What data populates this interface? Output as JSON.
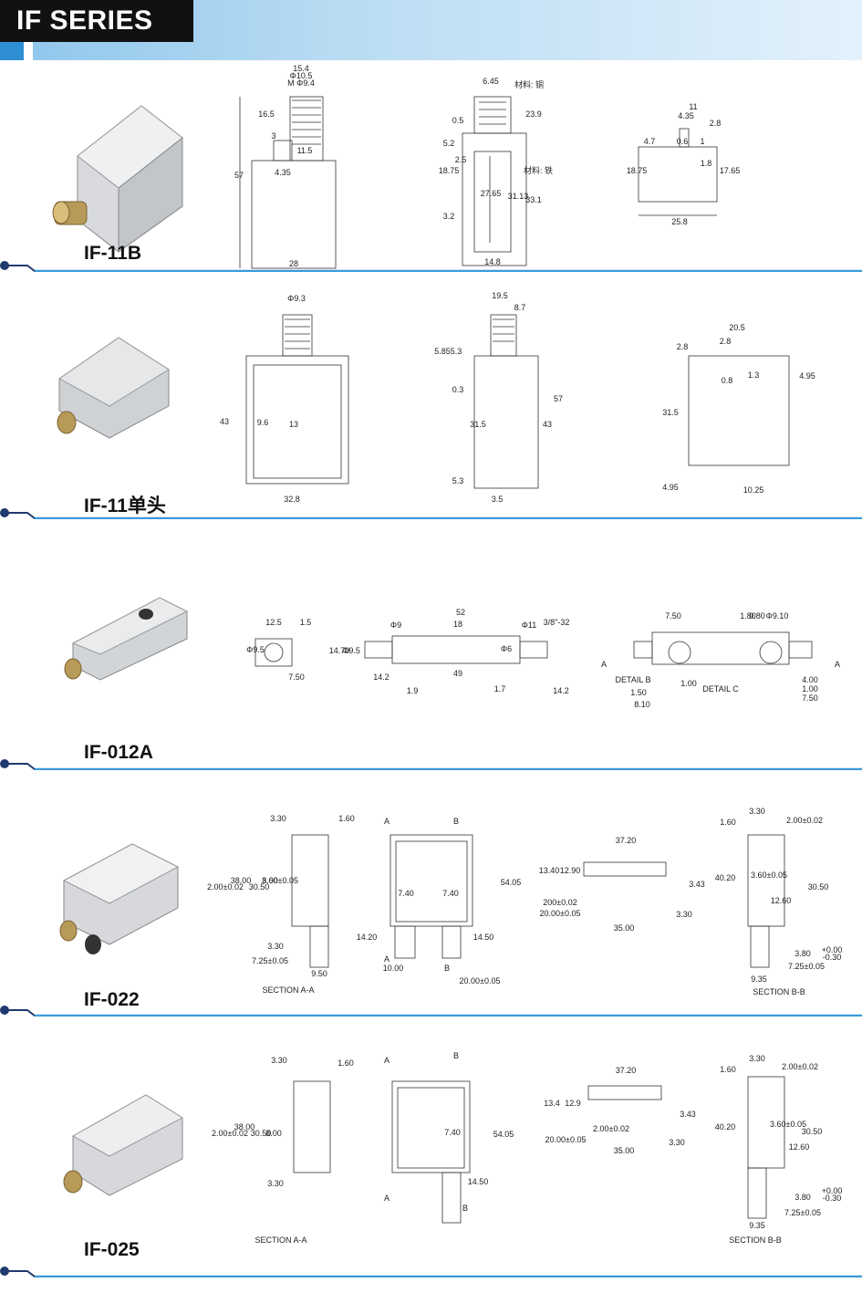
{
  "header": {
    "title": "IF SERIES"
  },
  "sections": [
    {
      "model": "IF-11B",
      "dims": [
        "15.4",
        "Φ10.5",
        "M Φ9.4",
        "16.5",
        "3",
        "11.5",
        "4.35",
        "57",
        "28",
        "6.45",
        "材料: 铜",
        "0.5",
        "23.9",
        "5.2",
        "2.5",
        "18.75",
        "材料: 铁",
        "27.65",
        "31.13",
        "33.1",
        "3.2",
        "14.8",
        "11",
        "4.35",
        "2.8",
        "4.7",
        "0.6",
        "1",
        "1.8",
        "18.75",
        "17.65",
        "25.8"
      ]
    },
    {
      "model": "IF-11单头",
      "dims": [
        "Φ9.3",
        "43",
        "9.6",
        "13",
        "32.8",
        "19.5",
        "8.7",
        "5.85",
        "5.3",
        "0.3",
        "31.5",
        "57",
        "43",
        "5.3",
        "3.5",
        "20.5",
        "2.8",
        "2.8",
        "0.8",
        "1.3",
        "4.95",
        "31.5",
        "4.95",
        "10.25"
      ]
    },
    {
      "model": "IF-012A",
      "dims": [
        "12.5",
        "1.5",
        "Φ9.5",
        "7.50",
        "52",
        "Φ9",
        "18",
        "Φ11",
        "3/8\"-32",
        "14.70",
        "Φ9.5",
        "Φ6",
        "14.2",
        "49",
        "1.9",
        "1.7",
        "14.2",
        "7.50",
        "1.80",
        "0.80",
        "Φ9.10",
        "A",
        "A",
        "DETAIL B",
        "DETAIL C",
        "1.50",
        "8.10",
        "1.00",
        "4.00",
        "1.00",
        "7.50"
      ]
    },
    {
      "model": "IF-022",
      "dims": [
        "3.30",
        "1.60",
        "2.00±0.02",
        "38.00",
        "30.50",
        "8.00",
        "3.60±0.05",
        "3.30",
        "7.25±0.05",
        "9.50",
        "SECTION A-A",
        "A",
        "B",
        "7.40",
        "7.40",
        "54.05",
        "14.20",
        "14.50",
        "A",
        "B",
        "10.00",
        "20.00±0.05",
        "37.20",
        "13.40",
        "12.90",
        "3.43",
        "200±0.02",
        "20.00±0.05",
        "3.30",
        "35.00",
        "3.30",
        "1.60",
        "2.00±0.02",
        "40.20",
        "3.60±0.05",
        "30.50",
        "12.60",
        "3.80",
        "+0.00",
        "-0.30",
        "7.25±0.05",
        "9.35",
        "SECTION B-B"
      ]
    },
    {
      "model": "IF-025",
      "dims": [
        "3.30",
        "1.60",
        "2.00±0.02",
        "38.00",
        "30.50",
        "8.00",
        "3.30",
        "SECTION A-A",
        "A",
        "B",
        "7.40",
        "54.05",
        "14.50",
        "A",
        "B",
        "37.20",
        "13.4",
        "12.9",
        "2.00±0.02",
        "3.43",
        "20.00±0.05",
        "3.30",
        "35.00",
        "1.60",
        "3.30",
        "2.00±0.02",
        "40.20",
        "3.60±0.05",
        "30.50",
        "12.60",
        "3.80",
        "+0.00",
        "-0.30",
        "7.25±0.05",
        "9.35",
        "SECTION B-B"
      ]
    }
  ],
  "colors": {
    "divider_dark": "#1f3a6e",
    "divider_light": "#3b9ad9",
    "header_tab": "#111111"
  }
}
